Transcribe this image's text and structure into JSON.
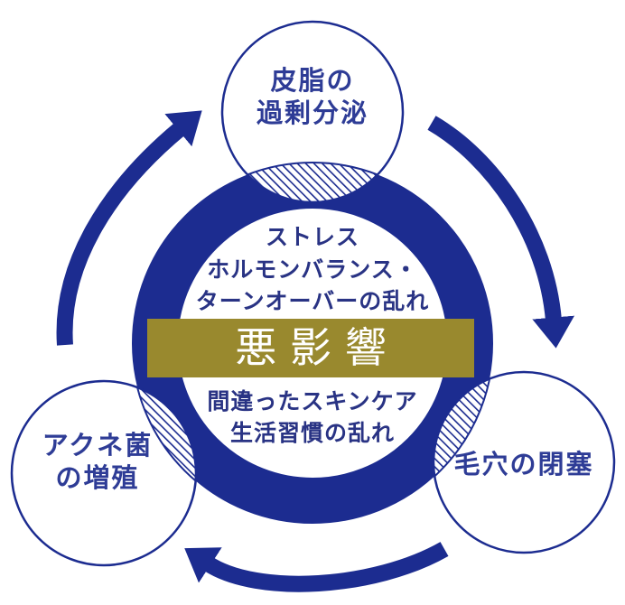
{
  "diagram": {
    "center": {
      "causes_top": [
        "ストレス",
        "ホルモンバランス・",
        "ターンオーバーの乱れ"
      ],
      "banner_label": "悪影響",
      "causes_bottom": [
        "間違ったスキンケア",
        "生活習慣の乱れ"
      ]
    },
    "nodes": {
      "top": {
        "lines": [
          "皮脂の",
          "過剰分泌"
        ]
      },
      "bottom_left": {
        "lines": [
          "アクネ菌",
          "の増殖"
        ]
      },
      "bottom_right": {
        "lines": [
          "毛穴の閉塞"
        ]
      }
    },
    "colors": {
      "navy": "#1c2c90",
      "gold": "#99892e",
      "text_sans_navy": "#293384",
      "text_serif_navy": "#2e3c96",
      "banner_text": "#ffffff",
      "background": "#ffffff"
    }
  }
}
